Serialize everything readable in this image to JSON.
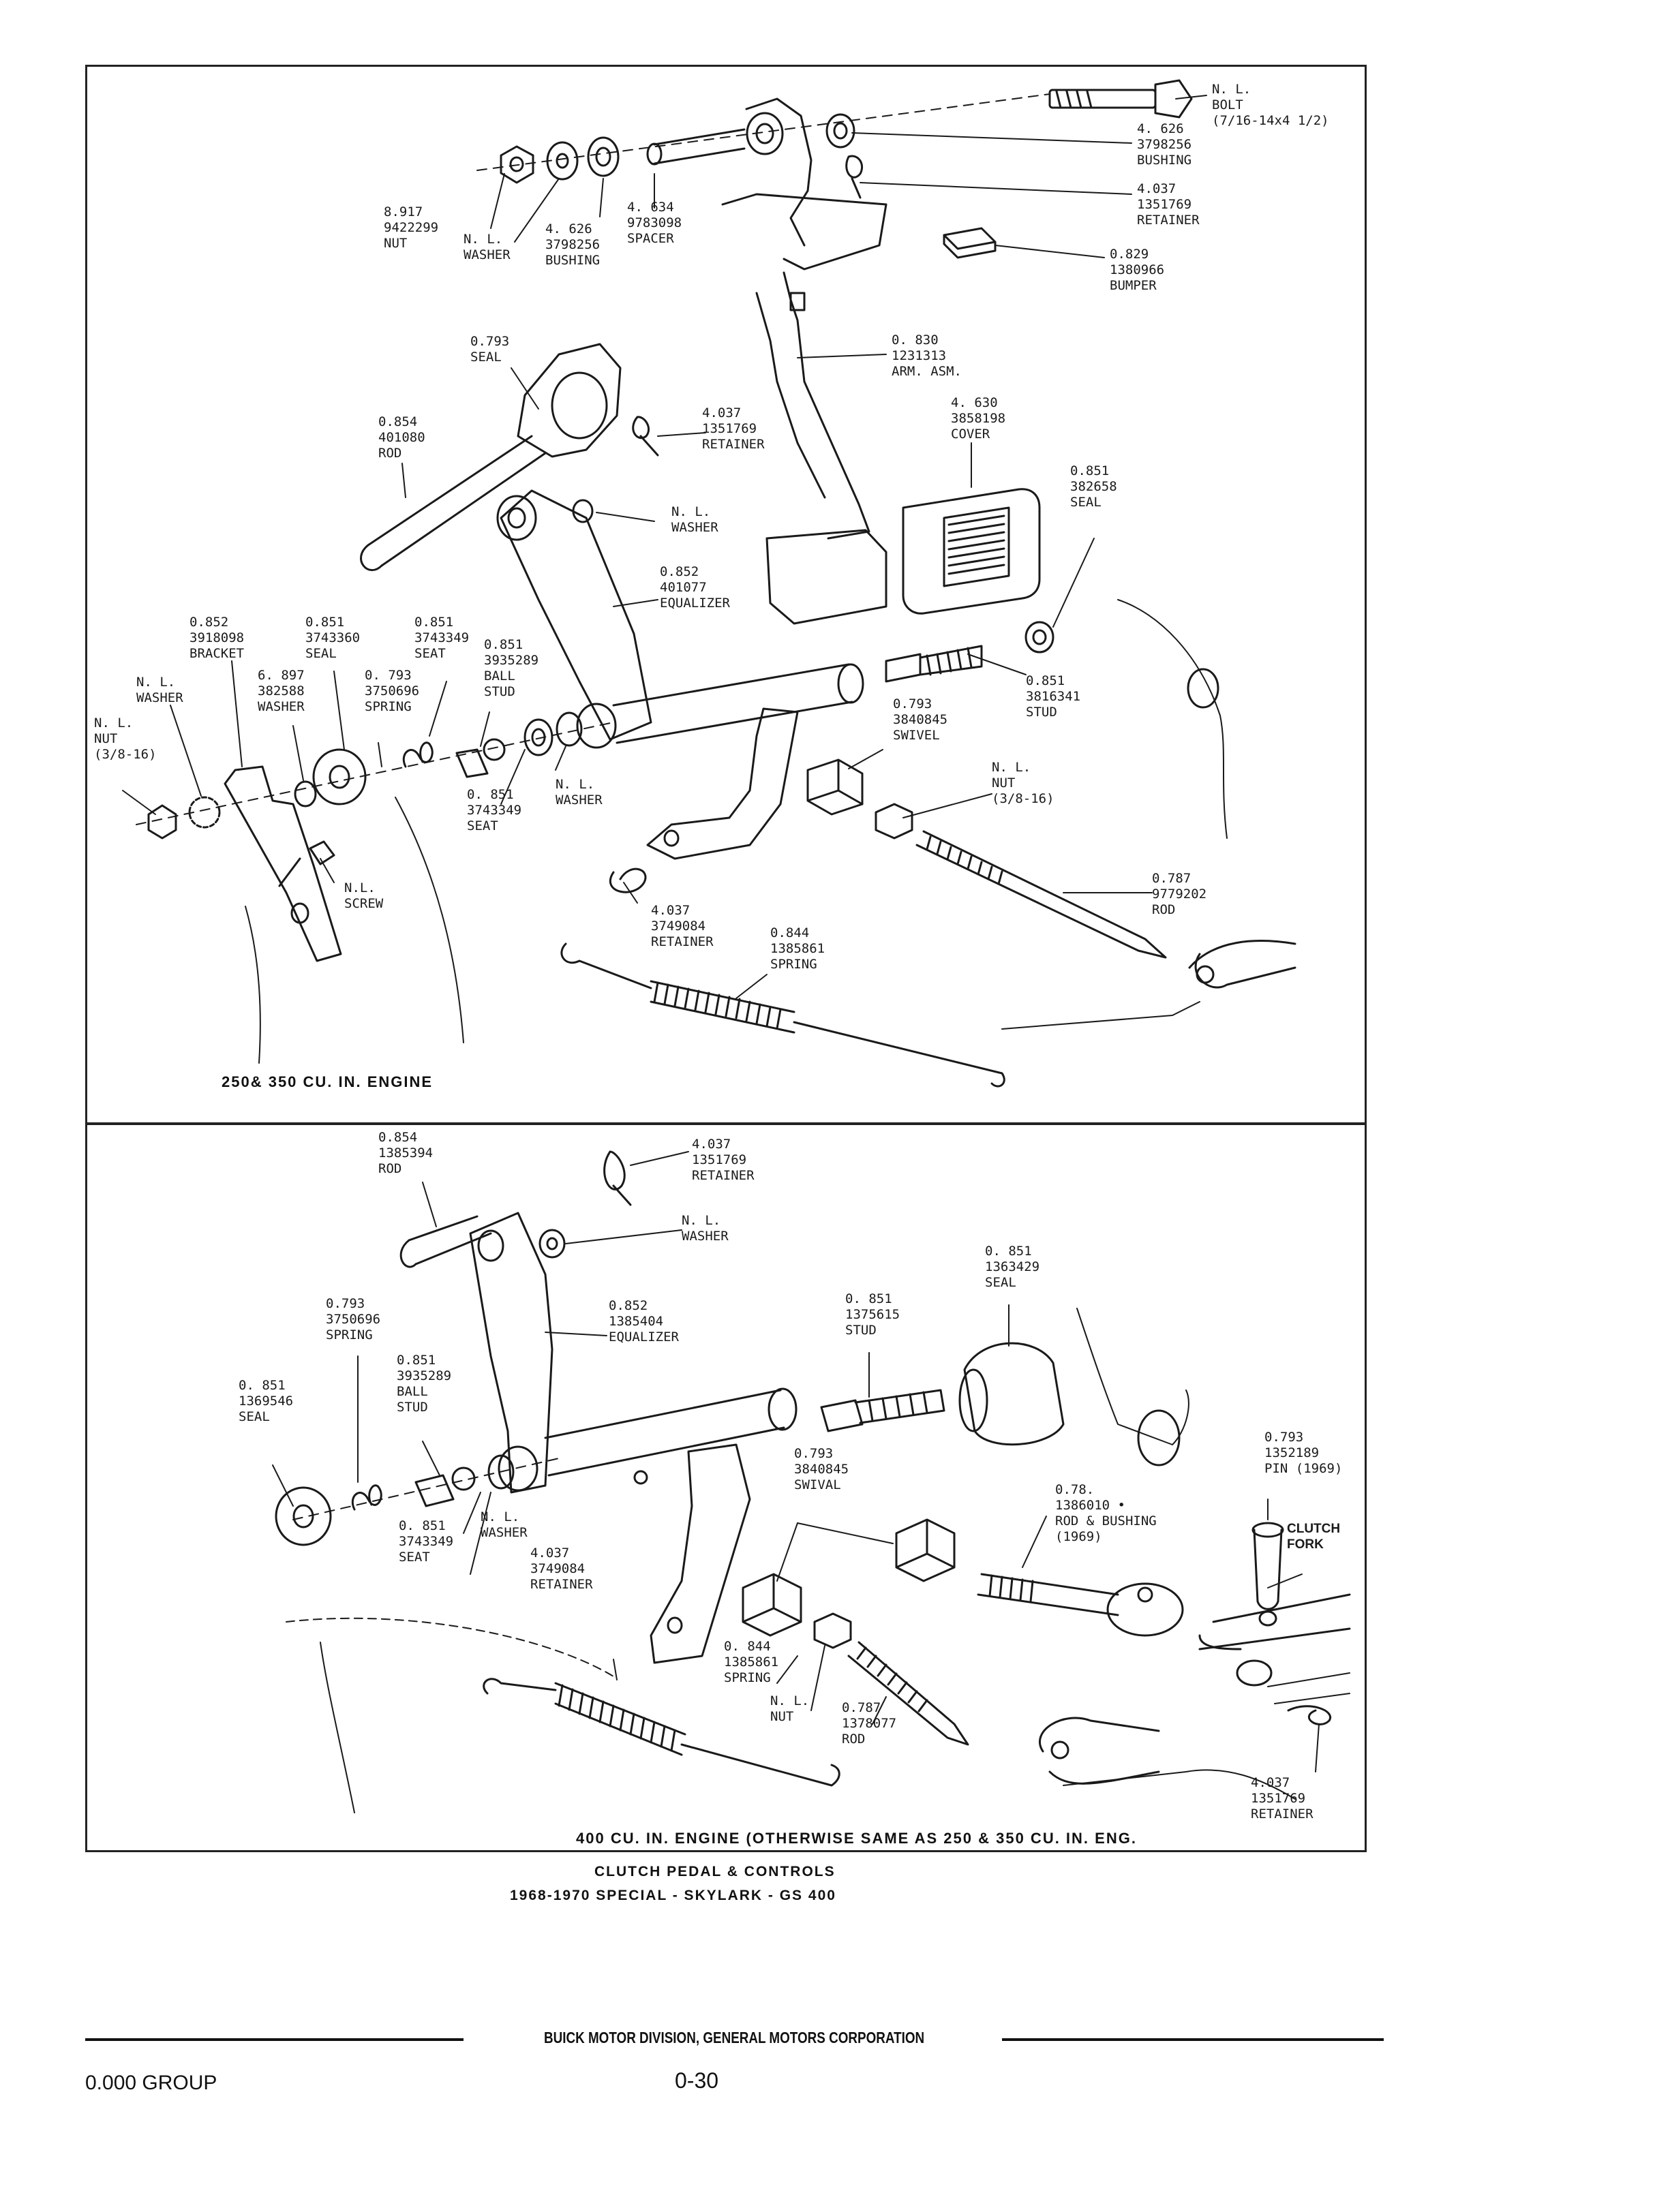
{
  "top_panel": {
    "caption": "250& 350 CU. IN. ENGINE",
    "labels": [
      {
        "id": "bolt",
        "lines": [
          "N. L.",
          "BOLT",
          "(7/16-14x4 1/2)"
        ]
      },
      {
        "id": "bushing-right",
        "lines": [
          "4. 626",
          "3798256",
          "BUSHING"
        ]
      },
      {
        "id": "retainer-top-right",
        "lines": [
          "4.037",
          "1351769",
          "RETAINER"
        ]
      },
      {
        "id": "bumper",
        "lines": [
          "0.829",
          "1380966",
          "BUMPER"
        ]
      },
      {
        "id": "nut-top",
        "lines": [
          "8.917",
          "9422299",
          "NUT"
        ]
      },
      {
        "id": "washer-top",
        "lines": [
          "N. L.",
          "WASHER"
        ]
      },
      {
        "id": "bushing-top",
        "lines": [
          "4. 626",
          "3798256",
          "BUSHING"
        ]
      },
      {
        "id": "spacer",
        "lines": [
          "4. 634",
          "9783098",
          "SPACER"
        ]
      },
      {
        "id": "seal-top",
        "lines": [
          "0.793",
          "SEAL"
        ]
      },
      {
        "id": "arm-asm",
        "lines": [
          "0. 830",
          "1231313",
          "ARM. ASM."
        ]
      },
      {
        "id": "rod-top",
        "lines": [
          "0.854",
          "401080",
          "ROD"
        ]
      },
      {
        "id": "retainer-mid",
        "lines": [
          "4.037",
          "1351769",
          "RETAINER"
        ]
      },
      {
        "id": "cover",
        "lines": [
          "4. 630",
          "3858198",
          "COVER"
        ]
      },
      {
        "id": "seal-right",
        "lines": [
          "0.851",
          "382658",
          "SEAL"
        ]
      },
      {
        "id": "washer-mid",
        "lines": [
          "N. L.",
          "WASHER"
        ]
      },
      {
        "id": "equalizer-top",
        "lines": [
          "0.852",
          "401077",
          "EQUALIZER"
        ]
      },
      {
        "id": "bracket",
        "lines": [
          "0.852",
          "3918098",
          "BRACKET"
        ]
      },
      {
        "id": "seal-left",
        "lines": [
          "0.851",
          "3743360",
          "SEAL"
        ]
      },
      {
        "id": "seat-top",
        "lines": [
          "0.851",
          "3743349",
          "SEAT"
        ]
      },
      {
        "id": "ball-stud-top",
        "lines": [
          "0.851",
          "3935289",
          "BALL",
          "STUD"
        ]
      },
      {
        "id": "washer-left",
        "lines": [
          "N. L.",
          "WASHER"
        ]
      },
      {
        "id": "washer-6897",
        "lines": [
          "6. 897",
          "382588",
          "WASHER"
        ]
      },
      {
        "id": "spring-top",
        "lines": [
          "0. 793",
          "3750696",
          "SPRING"
        ]
      },
      {
        "id": "stud-right",
        "lines": [
          "0.851",
          "3816341",
          "STUD"
        ]
      },
      {
        "id": "swivel-top",
        "lines": [
          "0.793",
          "3840845",
          "SWIVEL"
        ]
      },
      {
        "id": "nut-left",
        "lines": [
          "N. L.",
          "NUT",
          "(3/8-16)"
        ]
      },
      {
        "id": "seat-low",
        "lines": [
          "0. 851",
          "3743349",
          "SEAT"
        ]
      },
      {
        "id": "washer-low",
        "lines": [
          "N. L.",
          "WASHER"
        ]
      },
      {
        "id": "nut-right",
        "lines": [
          "N. L.",
          "NUT",
          "(3/8-16)"
        ]
      },
      {
        "id": "screw",
        "lines": [
          "N.L.",
          "SCREW"
        ]
      },
      {
        "id": "retainer-low",
        "lines": [
          "4.037",
          "3749084",
          "RETAINER"
        ]
      },
      {
        "id": "spring-low",
        "lines": [
          "0.844",
          "1385861",
          "SPRING"
        ]
      },
      {
        "id": "rod-right",
        "lines": [
          "0.787",
          "9779202",
          "ROD"
        ]
      }
    ]
  },
  "bottom_panel": {
    "caption": "400 CU. IN. ENGINE   (OTHERWISE SAME AS  250  &  350  CU. IN. ENG.",
    "labels": [
      {
        "id": "rod-b",
        "lines": [
          "0.854",
          "1385394",
          "ROD"
        ]
      },
      {
        "id": "retainer-b-top",
        "lines": [
          "4.037",
          "1351769",
          "RETAINER"
        ]
      },
      {
        "id": "washer-b-top",
        "lines": [
          "N. L.",
          "WASHER"
        ]
      },
      {
        "id": "seal-b-right",
        "lines": [
          "0. 851",
          "1363429",
          "SEAL"
        ]
      },
      {
        "id": "spring-b",
        "lines": [
          "0.793",
          "3750696",
          "SPRING"
        ]
      },
      {
        "id": "equalizer-b",
        "lines": [
          "0.852",
          "1385404",
          "EQUALIZER"
        ]
      },
      {
        "id": "stud-b",
        "lines": [
          "0. 851",
          "1375615",
          "STUD"
        ]
      },
      {
        "id": "ball-stud-b",
        "lines": [
          "0.851",
          "3935289",
          "BALL",
          "STUD"
        ]
      },
      {
        "id": "seal-b-left",
        "lines": [
          "0. 851",
          "1369546",
          "SEAL"
        ]
      },
      {
        "id": "pin",
        "lines": [
          "0.793",
          "1352189",
          "PIN (1969)"
        ]
      },
      {
        "id": "swival-b",
        "lines": [
          "0.793",
          "3840845",
          "SWIVAL"
        ]
      },
      {
        "id": "rod-bushing",
        "lines": [
          "0.78.",
          "1386010 •",
          "ROD & BUSHING",
          "(1969)"
        ]
      },
      {
        "id": "clutch-fork",
        "lines": [
          "CLUTCH",
          "FORK"
        ]
      },
      {
        "id": "washer-b-mid",
        "lines": [
          "N. L.",
          "WASHER"
        ]
      },
      {
        "id": "seat-b",
        "lines": [
          "0. 851",
          "3743349",
          "SEAT"
        ]
      },
      {
        "id": "retainer-b-mid",
        "lines": [
          "4.037",
          "3749084",
          "RETAINER"
        ]
      },
      {
        "id": "spring-b-low",
        "lines": [
          "0. 844",
          "1385861",
          "SPRING"
        ]
      },
      {
        "id": "nut-b",
        "lines": [
          "N. L.",
          "NUT"
        ]
      },
      {
        "id": "rod-b-low",
        "lines": [
          "0.787",
          "1378077",
          "ROD"
        ]
      },
      {
        "id": "retainer-b-low",
        "lines": [
          "4.037",
          "1351769",
          "RETAINER"
        ]
      }
    ]
  },
  "title": {
    "line1": "CLUTCH PEDAL & CONTROLS",
    "line2": "1968-1970 SPECIAL - SKYLARK - GS 400"
  },
  "footer": {
    "division": "BUICK MOTOR DIVISION, GENERAL MOTORS CORPORATION",
    "group": "0.000 GROUP",
    "page": "0-30"
  }
}
